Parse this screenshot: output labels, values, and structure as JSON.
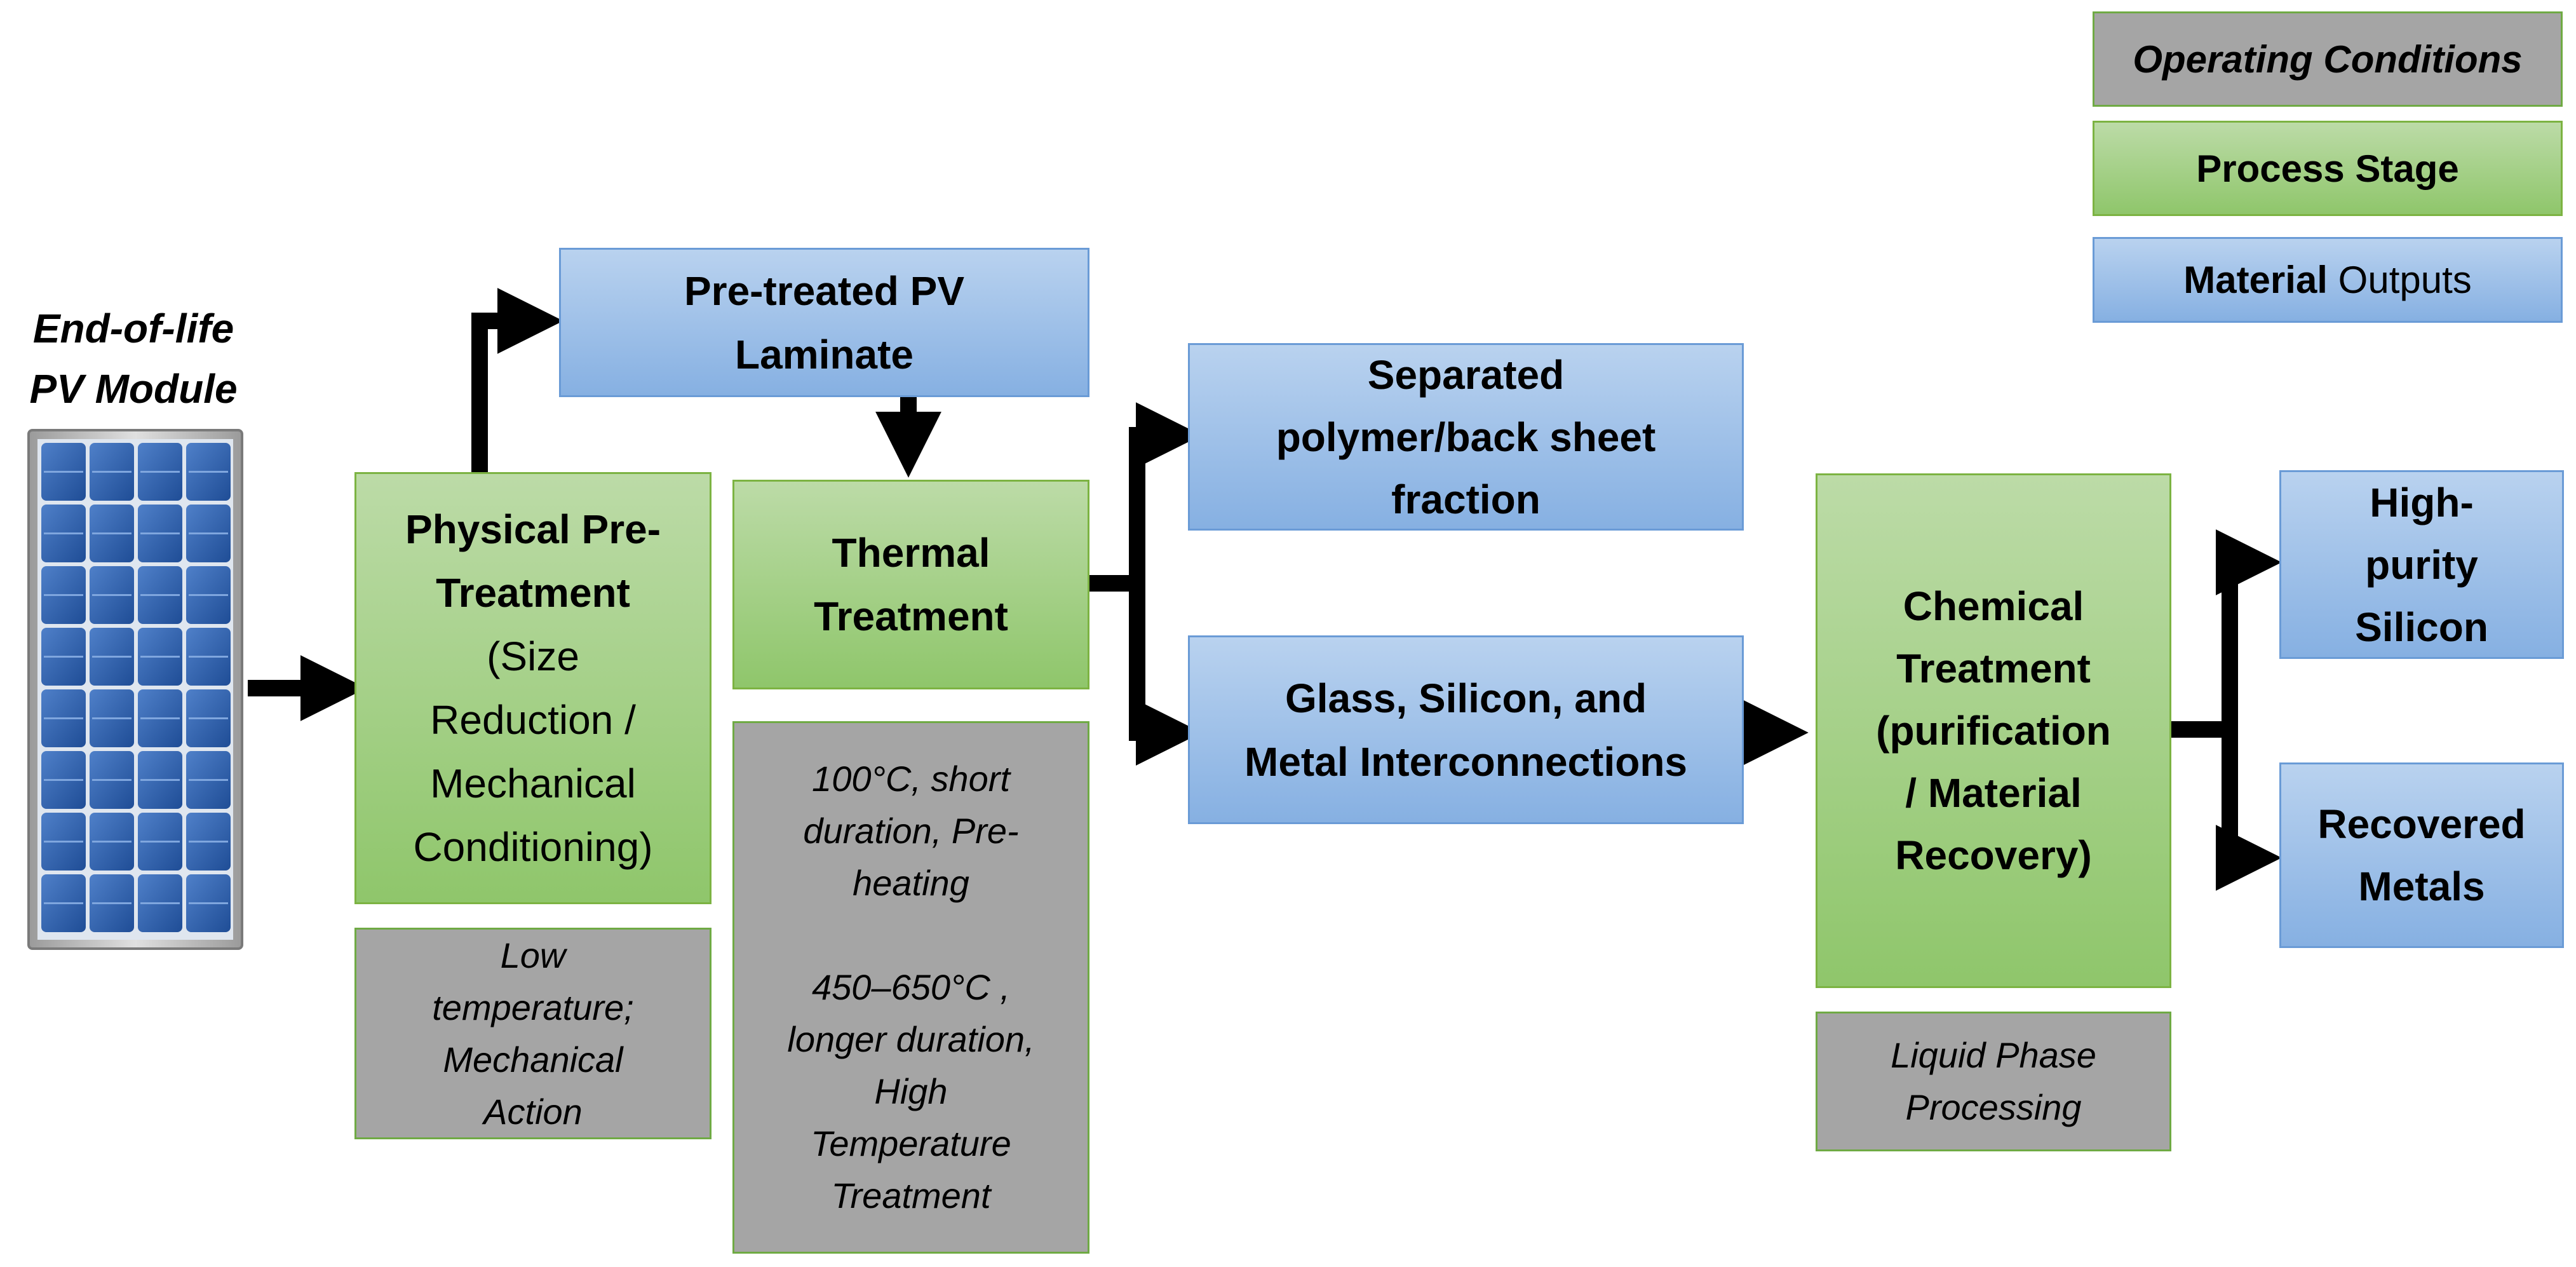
{
  "module": {
    "title_lines": [
      "End-of-life",
      "PV Module"
    ],
    "icon": "solar-panel-icon"
  },
  "legend": {
    "conditions": "Operating Conditions",
    "process": "Process Stage",
    "outputs_bold": "Material",
    "outputs_rest": " Outputs"
  },
  "stages": {
    "physical": {
      "bold_lines": [
        "Physical Pre-",
        "Treatment"
      ],
      "lines": [
        "(Size",
        "Reduction /",
        "Mechanical",
        "Conditioning)"
      ],
      "conditions": [
        "Low",
        "temperature;",
        "Mechanical",
        "Action"
      ]
    },
    "thermal": {
      "bold_lines": [
        "Thermal",
        "Treatment"
      ],
      "conditions": [
        "100°C, short",
        "duration, Pre-",
        "heating",
        "",
        "450–650°C ,",
        "longer duration,",
        "High",
        "Temperature",
        "Treatment"
      ]
    },
    "chemical": {
      "bold_lines": [
        "Chemical",
        "Treatment",
        "(purification",
        "/ Material",
        "Recovery)"
      ],
      "conditions": [
        "Liquid Phase",
        "Processing"
      ]
    }
  },
  "outputs": {
    "laminate": [
      "Pre-treated PV",
      "Laminate"
    ],
    "polymer": [
      "Separated",
      "polymer/back sheet",
      "fraction"
    ],
    "glass": [
      "Glass, Silicon, and",
      "Metal Interconnections"
    ],
    "silicon": [
      "High-",
      "purity",
      "Silicon"
    ],
    "metals": [
      "Recovered",
      "Metals"
    ]
  },
  "colors": {
    "process": "#8fc66b",
    "output": "#86b0e2",
    "conditions": "#a5a5a5",
    "arrow": "#000000"
  }
}
